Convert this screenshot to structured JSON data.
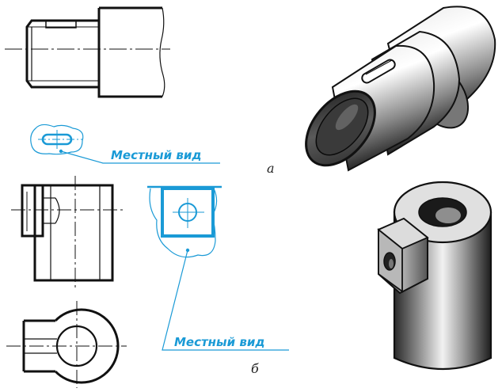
{
  "labels": {
    "local_view_a": "Местный вид",
    "local_view_b": "Местный вид",
    "figure_a": "а",
    "figure_b": "б"
  },
  "colors": {
    "accent_blue": "#1a9ad6",
    "line_black": "#111111"
  },
  "icons": {
    "shaft_render": "shaft-with-keyway-3d",
    "bushing_render": "bushing-with-lug-3d"
  }
}
